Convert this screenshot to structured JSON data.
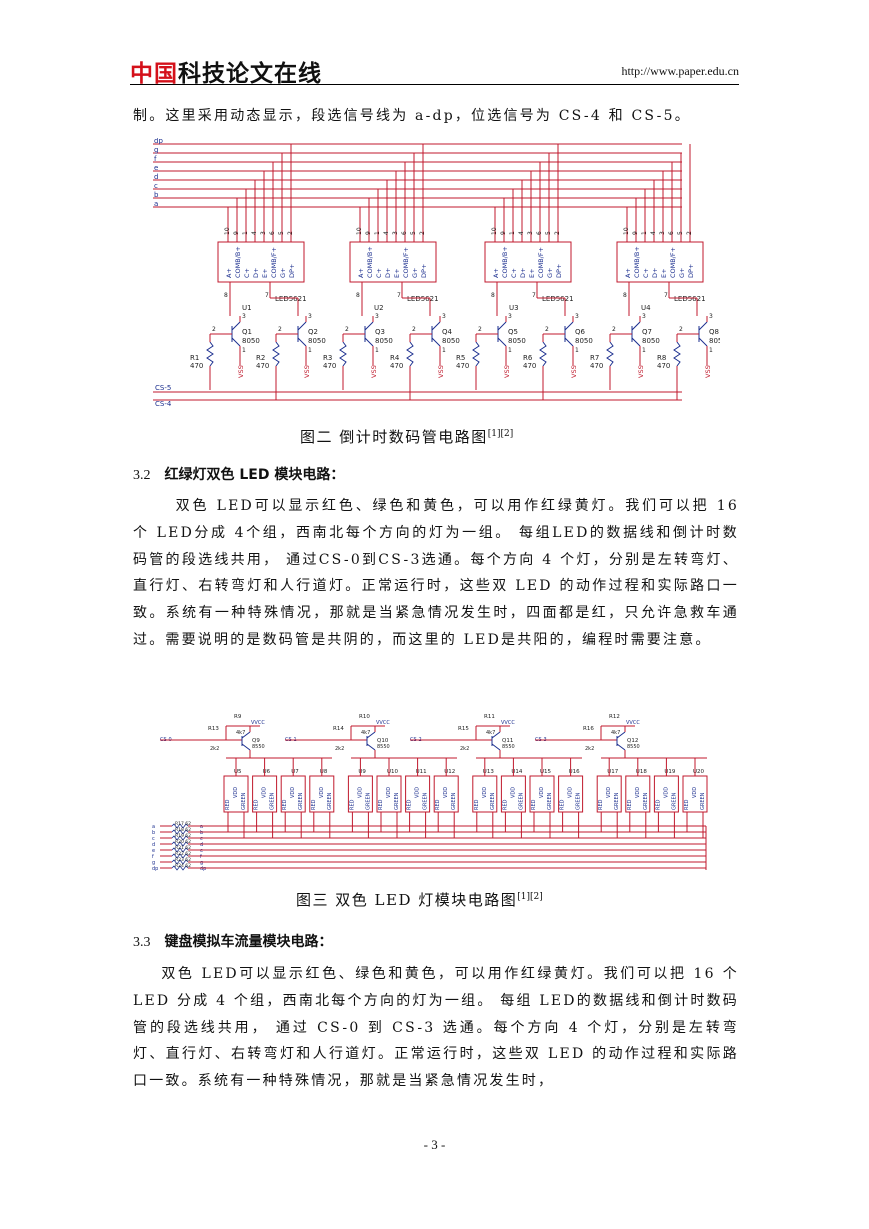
{
  "header": {
    "logo_red": "中国",
    "logo_black": "科技论文在线",
    "url": "http://www.paper.edu.cn"
  },
  "body": {
    "para1": "制。这里采用动态显示，段选信号线为 a-dp，位选信号为 CS-4 和 CS-5。",
    "section_3_2_num": "3.2",
    "section_3_2_title": "红绿灯双色 LED 模块电路：",
    "para2": "双色 LED可以显示红色、绿色和黄色，可以用作红绿黄灯。我们可以把 16 个 LED分成 4个组，西南北每个方向的灯为一组。 每组LED的数据线和倒计时数码管的段选线共用， 通过CS-0到CS-3选通。每个方向 4 个灯，分别是左转弯灯、直行灯、右转弯灯和人行道灯。正常运行时，这些双 LED 的动作过程和实际路口一致。系统有一种特殊情况，那就是当紧急情况发生时，四面都是红，只允许急救车通过。需要说明的是数码管是共阴的，而这里的 LED是共阳的，编程时需要注意。",
    "section_3_3_num": "3.3",
    "section_3_3_title": "键盘模拟车流量模块电路：",
    "para3": "双色 LED可以显示红色、绿色和黄色，可以用作红绿黄灯。我们可以把 16 个 LED 分成 4 个组，西南北每个方向的灯为一组。 每组 LED的数据线和倒计时数码管的段选线共用， 通过 CS-0 到 CS-3 选通。每个方向 4 个灯，分别是左转弯灯、直行灯、右转弯灯和人行道灯。正常运行时，这些双 LED 的动作过程和实际路口一致。系统有一种特殊情况，那就是当紧急情况发生时，"
  },
  "figures": {
    "fig2_caption": "图二    倒计时数码管电路图",
    "fig2_ref": "[1][2]",
    "fig3_caption": "图三  双色 LED 灯模块电路图",
    "fig3_ref": "[1][2]"
  },
  "circuit1": {
    "bus_labels": [
      "dp",
      "g",
      "f",
      "e",
      "d",
      "c",
      "b",
      "a"
    ],
    "units": [
      "U1",
      "U2",
      "U3",
      "U4"
    ],
    "part": "LED5621",
    "pin_labels": [
      "A+",
      "COMB/B+",
      "C+",
      "D+",
      "E+",
      "COMB/F+",
      "G+",
      "DP+"
    ],
    "top_pins": [
      "10",
      "9",
      "1",
      "4",
      "3",
      "6",
      "5",
      "2"
    ],
    "com_pins": [
      "8",
      "7"
    ],
    "transistors": [
      "Q1",
      "Q2",
      "Q3",
      "Q4",
      "Q5",
      "Q6",
      "Q7",
      "Q8"
    ],
    "transistor_type": "8050",
    "resistors": [
      "R1",
      "R2",
      "R3",
      "R4",
      "R5",
      "R6",
      "R7",
      "R8"
    ],
    "resistor_value": "470",
    "vss_label": "VSS",
    "select_lines": [
      "CS-5",
      "CS-4"
    ]
  },
  "circuit2": {
    "pullups": [
      "R9",
      "R10",
      "R11",
      "R12"
    ],
    "pullup_value": "4k7",
    "vcc_label": "VVCC",
    "base_res": [
      "R13",
      "R14",
      "R15",
      "R16"
    ],
    "base_value": "2k2",
    "transistors": [
      "Q9",
      "Q10",
      "Q11",
      "Q12"
    ],
    "transistor_type": "8550",
    "cs_lines": [
      "CS-0",
      "CS-1",
      "CS-2",
      "CS-3"
    ],
    "leds": [
      "U5",
      "U6",
      "U7",
      "U8",
      "U9",
      "U10",
      "U11",
      "U12",
      "U13",
      "U14",
      "U15",
      "U16",
      "U17",
      "U18",
      "U19",
      "U20"
    ],
    "led_pin_labels": [
      "RED",
      "VDD",
      "GREEN"
    ],
    "bus_resistors": [
      "R17",
      "R18",
      "R19",
      "R20",
      "R21",
      "R22",
      "R23",
      "R24"
    ],
    "bus_res_value": "62",
    "bus_in": [
      "a",
      "b",
      "c",
      "d",
      "e",
      "f",
      "g",
      "dp"
    ],
    "bus_out": [
      "a",
      "b",
      "c",
      "d",
      "e",
      "f",
      "g",
      "dp"
    ]
  },
  "page_number": "- 3 -"
}
